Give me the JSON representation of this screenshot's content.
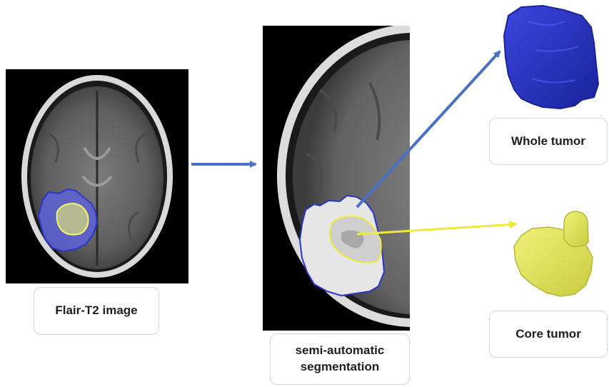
{
  "labels": {
    "flair": "Flair-T2 image",
    "segmentation_line1": "semi-automatic",
    "segmentation_line2": "segmentation",
    "whole_tumor": "Whole tumor",
    "core_tumor": "Core tumor"
  },
  "colors": {
    "whole_tumor": "#2b35c9",
    "core_tumor": "#e4e86a",
    "arrow_blue": "#4a72c4",
    "arrow_yellow": "#f0ea3c",
    "box_border": "#cfd6e4"
  },
  "icons": {
    "whole_tumor_model": "3d-whole-tumor-mesh",
    "core_tumor_model": "3d-core-tumor-mesh"
  }
}
